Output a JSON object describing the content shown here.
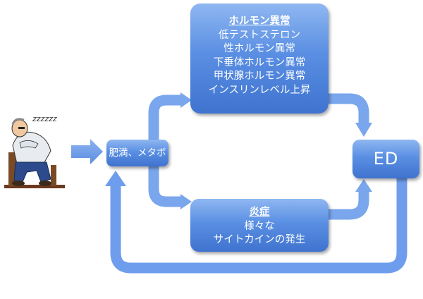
{
  "hormone": {
    "title": "ホルモン異常",
    "items": [
      "低テストステロン",
      "性ホルモン異常",
      "下垂体ホルモン異常",
      "甲状腺ホルモン異常",
      "インスリンレベル上昇"
    ]
  },
  "inflammation": {
    "title": "炎症",
    "items": [
      "様々な",
      "サイトカインの発生"
    ]
  },
  "obesity": {
    "label": "肥満、メタボ"
  },
  "outcome": {
    "label": "ED"
  },
  "illustration": {
    "snore": "zzzzzz"
  },
  "colors": {
    "box_top": "#8fb7f1",
    "box_bottom": "#3f73cf",
    "arrow": "#6d9eea"
  }
}
